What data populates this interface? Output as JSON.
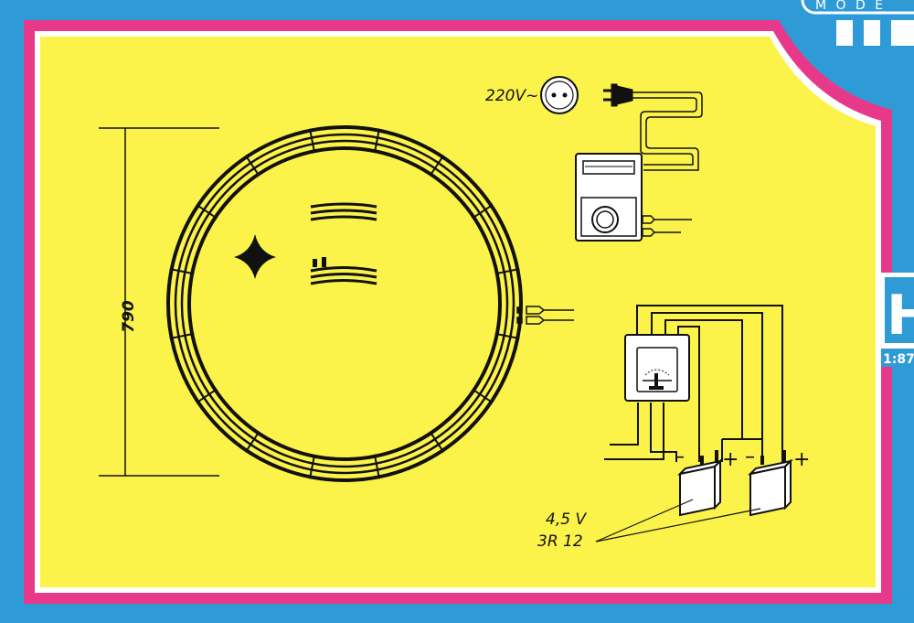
{
  "scale_badge": "1:87",
  "brand_letter": "H",
  "header_fragment": "M O D E",
  "track": {
    "diameter_label": "790"
  },
  "mains": {
    "voltage_label": "220V~"
  },
  "polarity": {
    "minus": "–",
    "plus": "+"
  },
  "battery": {
    "voltage_label": "4,5 V",
    "type_label": "3R 12"
  },
  "colors": {
    "background": "#2f9bd6",
    "frame": "#e8388a",
    "panel": "#fbf24a",
    "line": "#111111"
  }
}
